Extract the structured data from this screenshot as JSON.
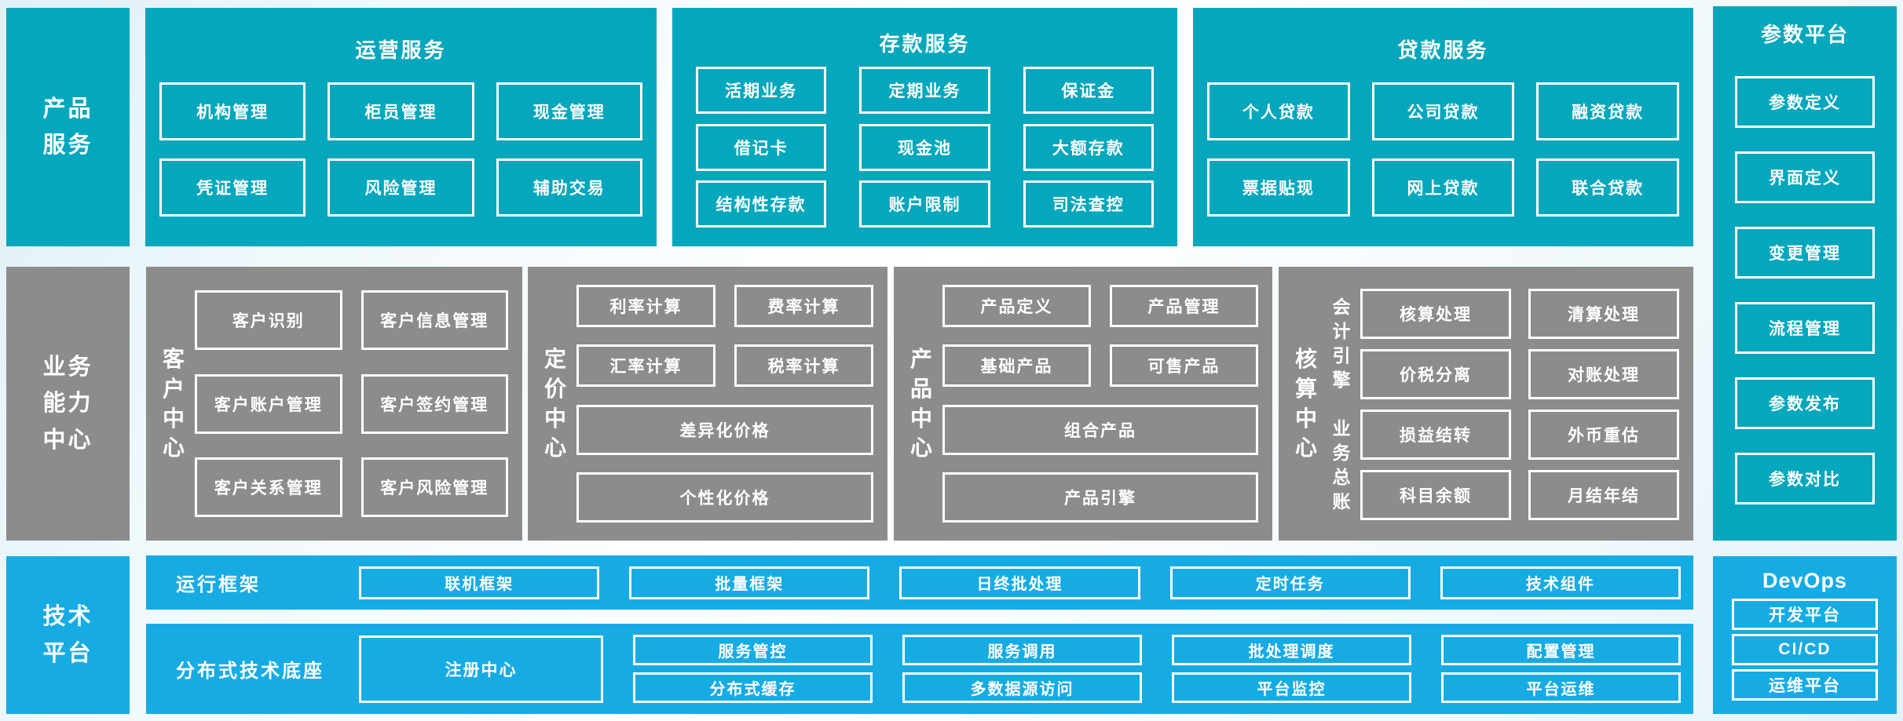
{
  "colors": {
    "teal": "#04a7bc",
    "gray": "#8c8c8c",
    "blue": "#17abe4",
    "node_border": "#ffffff",
    "text": "#ffffff",
    "background_tint": "#e4f2f8"
  },
  "left_labels": {
    "product_services": {
      "lines": [
        "产品",
        "服务"
      ]
    },
    "business_capability": {
      "lines": [
        "业务",
        "能力",
        "中心"
      ]
    },
    "tech_platform": {
      "lines": [
        "技术",
        "平台"
      ]
    }
  },
  "operations": {
    "title": "运营服务",
    "items": [
      "机构管理",
      "柜员管理",
      "现金管理",
      "凭证管理",
      "风险管理",
      "辅助交易"
    ]
  },
  "deposits": {
    "title": "存款服务",
    "items": [
      "活期业务",
      "定期业务",
      "保证金",
      "借记卡",
      "现金池",
      "大额存款",
      "结构性存款",
      "账户限制",
      "司法查控"
    ]
  },
  "loans": {
    "title": "贷款服务",
    "items": [
      "个人贷款",
      "公司贷款",
      "融资贷款",
      "票据贴现",
      "网上贷款",
      "联合贷款"
    ]
  },
  "params_platform": {
    "title": "参数平台",
    "items": [
      "参数定义",
      "界面定义",
      "变更管理",
      "流程管理",
      "参数发布",
      "参数对比"
    ]
  },
  "customer_center": {
    "label": "客户中心",
    "items": [
      "客户识别",
      "客户信息管理",
      "客户账户管理",
      "客户签约管理",
      "客户关系管理",
      "客户风险管理"
    ]
  },
  "pricing_center": {
    "label": "定价中心",
    "grid": [
      "利率计算",
      "费率计算",
      "汇率计算",
      "税率计算"
    ],
    "wide": [
      "差异化价格",
      "个性化价格"
    ]
  },
  "product_center": {
    "label": "产品中心",
    "grid": [
      "产品定义",
      "产品管理",
      "基础产品",
      "可售产品"
    ],
    "wide": [
      "组合产品",
      "产品引擎"
    ]
  },
  "accounting_center": {
    "label": "核算中心",
    "groups": [
      {
        "label": "会计引擎",
        "items": [
          "核算处理",
          "清算处理",
          "价税分离",
          "对账处理"
        ]
      },
      {
        "label": "业务总账",
        "items": [
          "损益结转",
          "外币重估",
          "科目余额",
          "月结年结"
        ]
      }
    ]
  },
  "runtime_framework": {
    "label": "运行框架",
    "items": [
      "联机框架",
      "批量框架",
      "日终批处理",
      "定时任务",
      "技术组件"
    ]
  },
  "distributed_base": {
    "label": "分布式技术底座",
    "registry": "注册中心",
    "columns": [
      [
        "服务管控",
        "分布式缓存"
      ],
      [
        "服务调用",
        "多数据源访问"
      ],
      [
        "批处理调度",
        "平台监控"
      ],
      [
        "配置管理",
        "平台运维"
      ]
    ]
  },
  "devops": {
    "title": "DevOps",
    "items": [
      "开发平台",
      "CI/CD",
      "运维平台"
    ]
  }
}
